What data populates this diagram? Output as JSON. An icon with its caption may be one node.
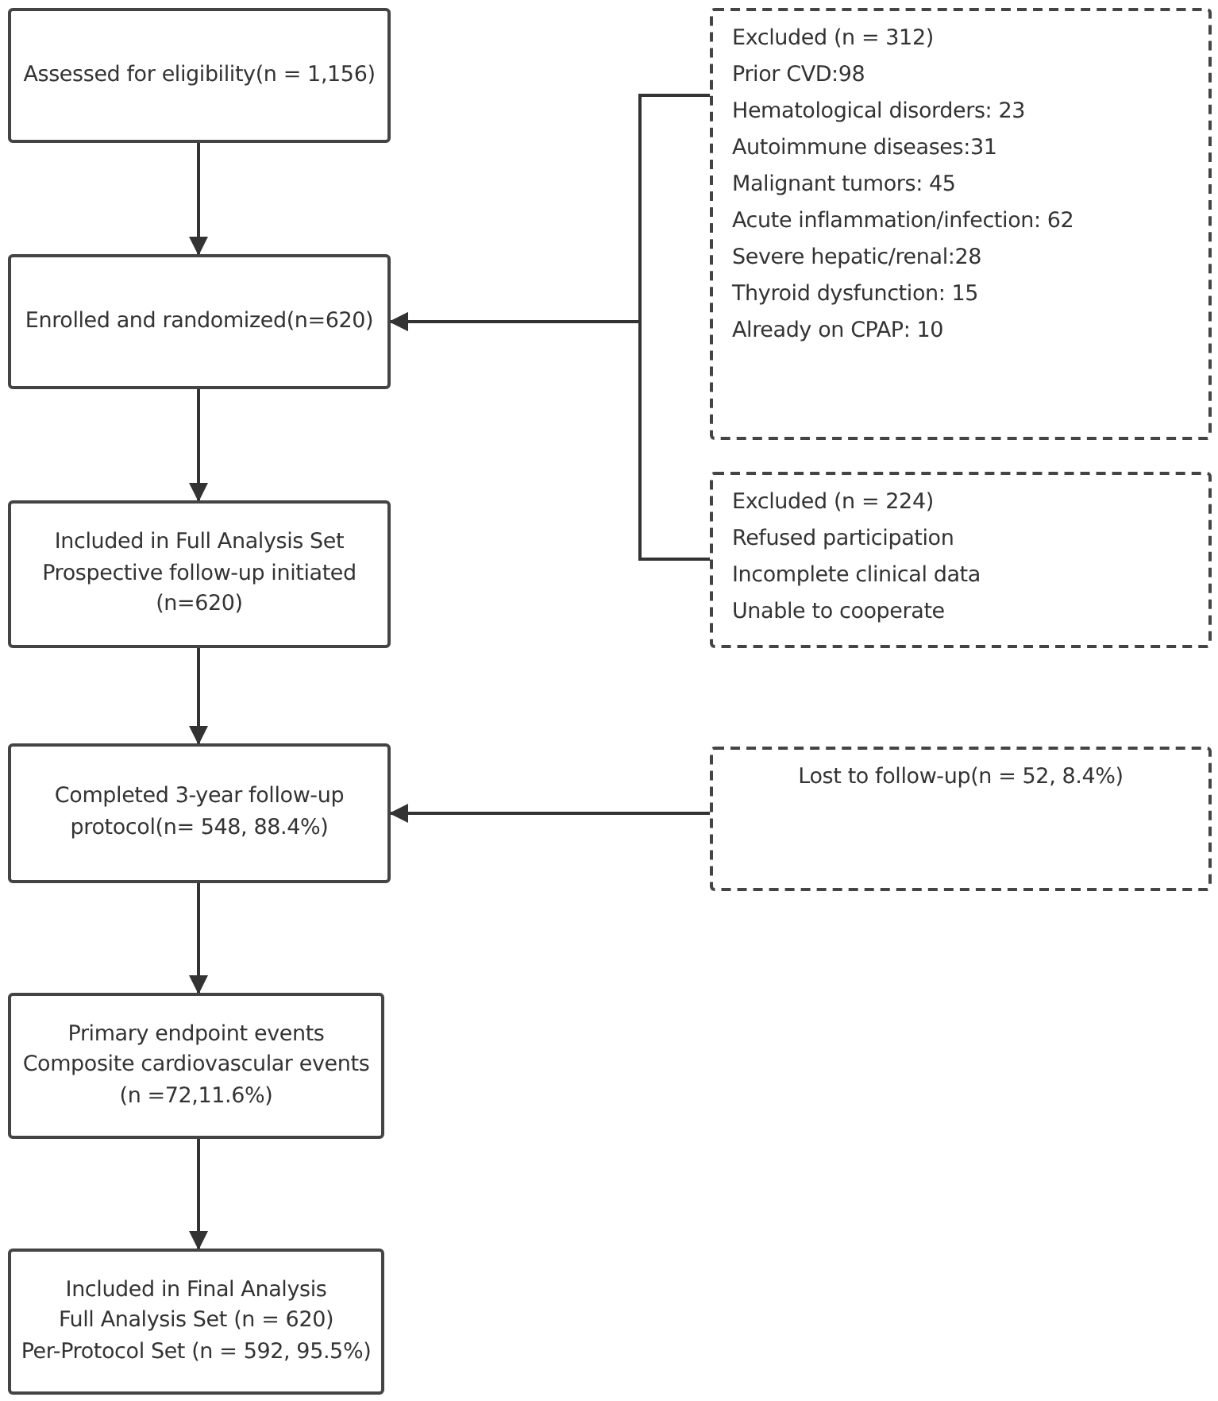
{
  "diagram": {
    "nodes": [
      {
        "text": [
          "Assessed for eligibility(n = 1,156)"
        ]
      },
      {
        "text": [
          "Enrolled and randomized(n=620)"
        ]
      },
      {
        "text": [
          "Included in Full Analysis Set",
          "Prospective follow-up initiated (n=620)"
        ]
      },
      {
        "text": [
          "Completed 3-year follow-up protocol(n= 548, 88.4%)"
        ]
      },
      {
        "text": [
          "Primary endpoint events Composite cardiovascular events (n =72,11.6%)"
        ]
      },
      {
        "text": [
          "Included in Final Analysis",
          "Full Analysis Set (n = 620)",
          "Per-Protocol Set (n = 592, 95.5%)"
        ]
      },
      {
        "text": [
          "Excluded (n = 312)",
          "Prior CVD:98",
          "Hematological disorders: 23",
          "Autoimmune diseases:31",
          "Malignant tumors: 45",
          "Acute inflammation/infection: 62",
          "Severe hepatic/renal:28",
          "Thyroid dysfunction: 15",
          "Already on CPAP: 10"
        ]
      },
      {
        "text": [
          "Excluded (n = 224)",
          "Refused participation",
          "Incomplete clinical data",
          "Unable to cooperate"
        ]
      },
      {
        "text": [
          "Lost to follow-up(n = 52, 8.4%)"
        ]
      }
    ],
    "edges": [
      {
        "from": 0,
        "to": 1,
        "arrow": "to"
      },
      {
        "from": 1,
        "to": 2,
        "arrow": "to"
      },
      {
        "from": 2,
        "to": 3,
        "arrow": "to"
      },
      {
        "from": 3,
        "to": 4,
        "arrow": "to"
      },
      {
        "from": 4,
        "to": 5,
        "arrow": "to"
      },
      {
        "from": 6,
        "to": 1,
        "arrow": "to"
      },
      {
        "from": 7,
        "to": 1,
        "arrow": "to"
      },
      {
        "from": 8,
        "to": 3,
        "arrow": "to"
      }
    ]
  }
}
